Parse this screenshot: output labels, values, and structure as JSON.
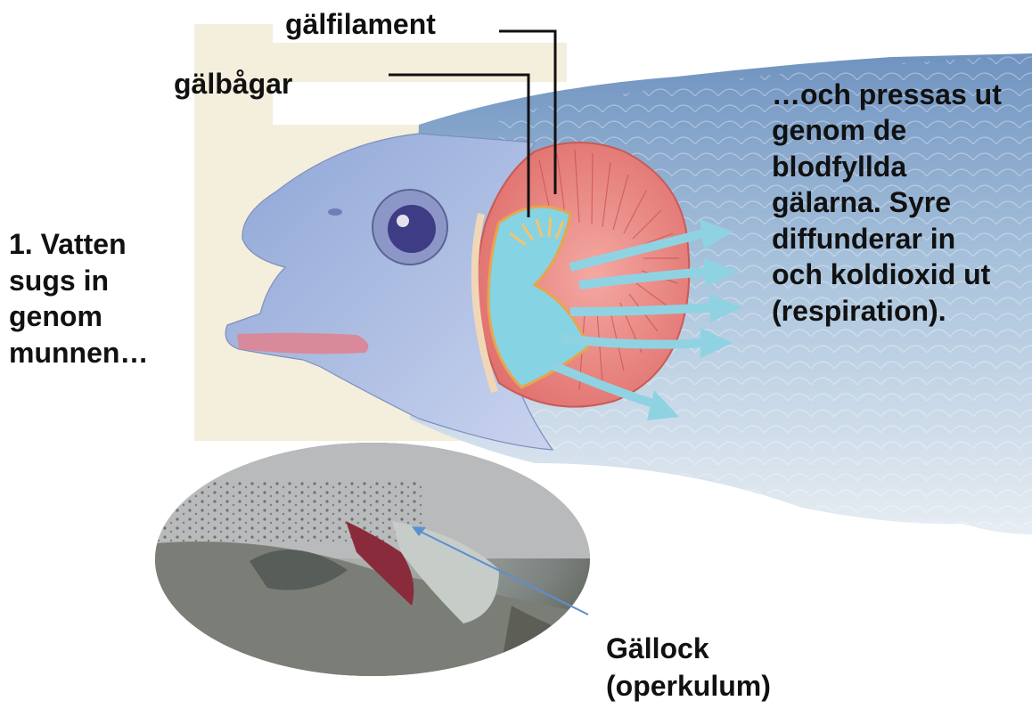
{
  "labels": {
    "gill_filament": "gälfilament",
    "gill_arches": "gälbågar",
    "intake": [
      "1. Vatten",
      "sugs in",
      "genom",
      "munnen…"
    ],
    "exit": [
      "…och pressas ut",
      "genom de",
      "blodfyllda",
      "gälarna. Syre",
      "diffunderar in",
      "och koldioxid ut",
      "(respiration)."
    ],
    "operculum": [
      "Gällock",
      "(operkulum)"
    ]
  },
  "colors": {
    "fish_body": "#a9c3dc",
    "fish_head": "#b9c8e6",
    "gill_tissue": "#ee8a86",
    "water_arrow": "#8fd3e3",
    "pointer_line": "#5b8fd1",
    "leader_line": "#111111"
  }
}
